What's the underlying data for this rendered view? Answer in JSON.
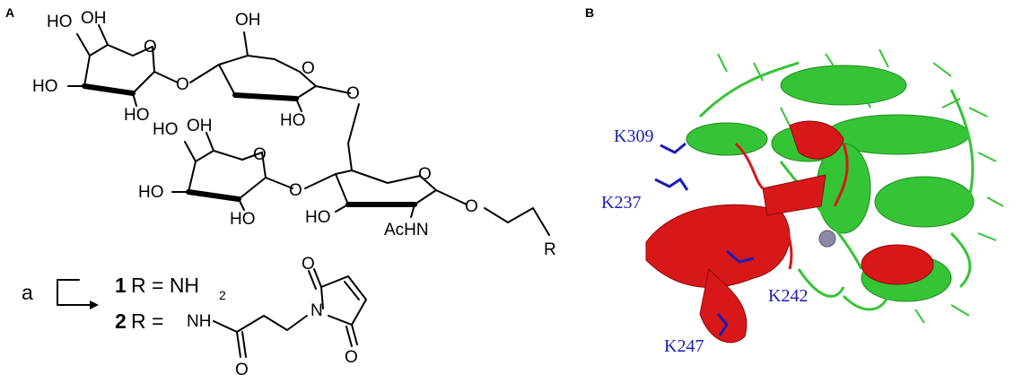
{
  "panel_a": {
    "letter": "A",
    "reaction_step": "a",
    "compound_1": {
      "number": "1",
      "r_def": "R = NH",
      "r_sub": "2"
    },
    "compound_2": {
      "number": "2",
      "r_def": "R ="
    },
    "atoms": {
      "OH": "OH",
      "HO": "HO",
      "O": "O",
      "AcHN": "AcHN",
      "R": "R",
      "NH": "NH"
    }
  },
  "panel_b": {
    "letter": "B",
    "lysine_labels": [
      "K309",
      "K237",
      "K242",
      "K247"
    ],
    "colors": {
      "protein_main": "#35c435",
      "protein_domain": "#d81818",
      "lysine": "#1c1cb4",
      "metal_ion": "#8a8aa8"
    }
  }
}
